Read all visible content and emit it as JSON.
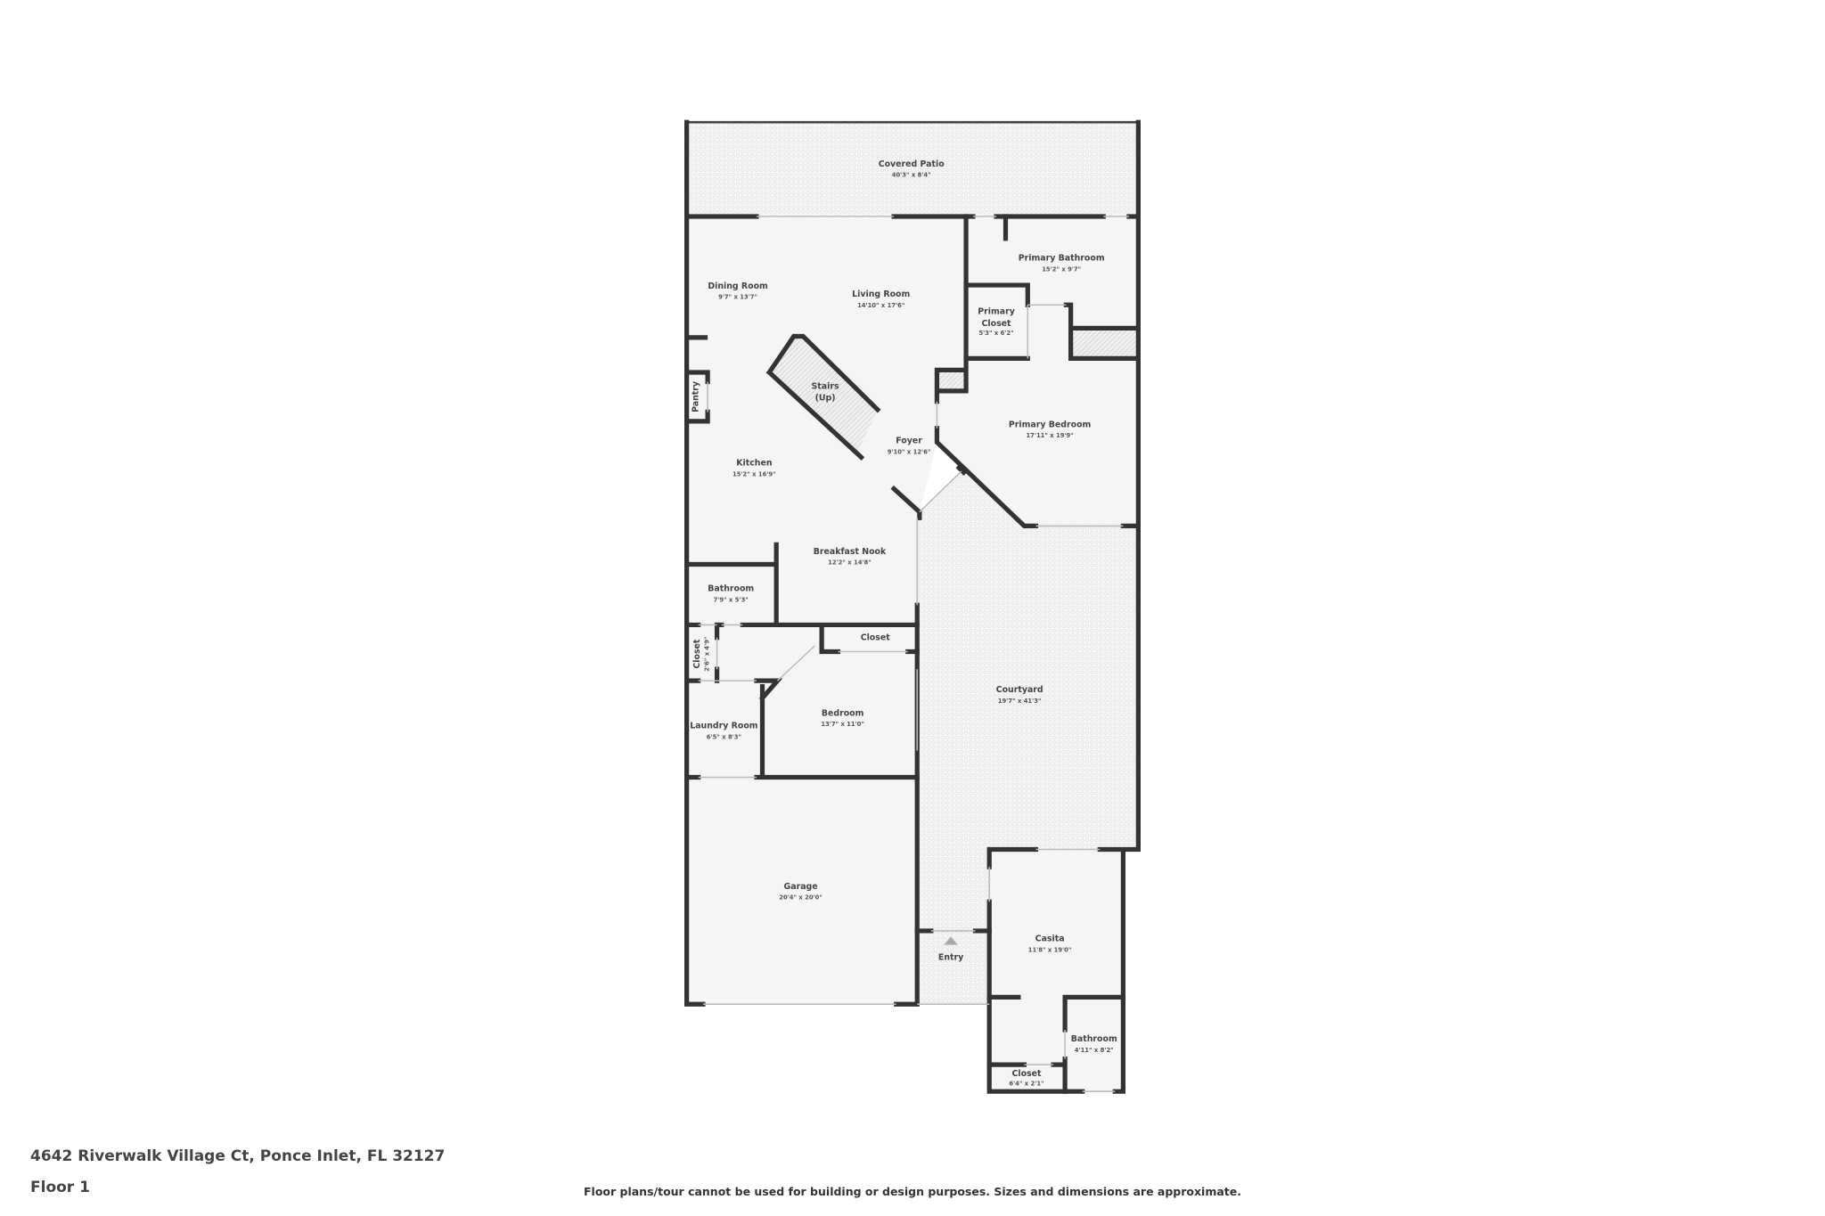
{
  "address": "4642 Riverwalk Village Ct, Ponce Inlet, FL 32127",
  "floor": "Floor 1",
  "disclaimer": "Floor plans/tour cannot be used for building or design purposes. Sizes and dimensions are approximate.",
  "colors": {
    "wall": "#333333",
    "interior": "#f5f5f5",
    "outdoor_pattern": "#e6e6e6",
    "text": "#444444"
  },
  "rooms": {
    "covered_patio": {
      "name": "Covered Patio",
      "dims": "40'3\" x 8'4\""
    },
    "dining_room": {
      "name": "Dining Room",
      "dims": "9'7\" x 13'7\""
    },
    "living_room": {
      "name": "Living Room",
      "dims": "14'10\" x 17'6\""
    },
    "primary_bathroom": {
      "name": "Primary Bathroom",
      "dims": "15'2\" x 9'7\""
    },
    "primary_closet": {
      "name1": "Primary",
      "name2": "Closet",
      "dims": "5'3\" x 6'2\""
    },
    "pantry": {
      "name": "Pantry"
    },
    "stairs": {
      "name1": "Stairs",
      "name2": "(Up)"
    },
    "foyer": {
      "name": "Foyer",
      "dims": "9'10\" x 12'6\""
    },
    "primary_bedroom": {
      "name": "Primary Bedroom",
      "dims": "17'11\" x 19'9\""
    },
    "kitchen": {
      "name": "Kitchen",
      "dims": "15'2\" x 16'9\""
    },
    "breakfast_nook": {
      "name": "Breakfast Nook",
      "dims": "12'2\" x 14'8\""
    },
    "bathroom": {
      "name": "Bathroom",
      "dims": "7'9\" x 5'3\""
    },
    "closet_small": {
      "name": "Closet",
      "dims": "2'6\" x 4'9\""
    },
    "closet_hall": {
      "name": "Closet"
    },
    "bedroom": {
      "name": "Bedroom",
      "dims": "13'7\" x 11'0\""
    },
    "laundry_room": {
      "name": "Laundry Room",
      "dims": "6'5\" x 8'3\""
    },
    "courtyard": {
      "name": "Courtyard",
      "dims": "19'7\" x 41'3\""
    },
    "garage": {
      "name": "Garage",
      "dims": "20'4\" x 20'0\""
    },
    "entry": {
      "name": "Entry"
    },
    "casita": {
      "name": "Casita",
      "dims": "11'8\" x 19'0\""
    },
    "casita_bathroom": {
      "name": "Bathroom",
      "dims": "4'11\" x 8'2\""
    },
    "casita_closet": {
      "name": "Closet",
      "dims": "6'4\" x 2'1\""
    }
  }
}
